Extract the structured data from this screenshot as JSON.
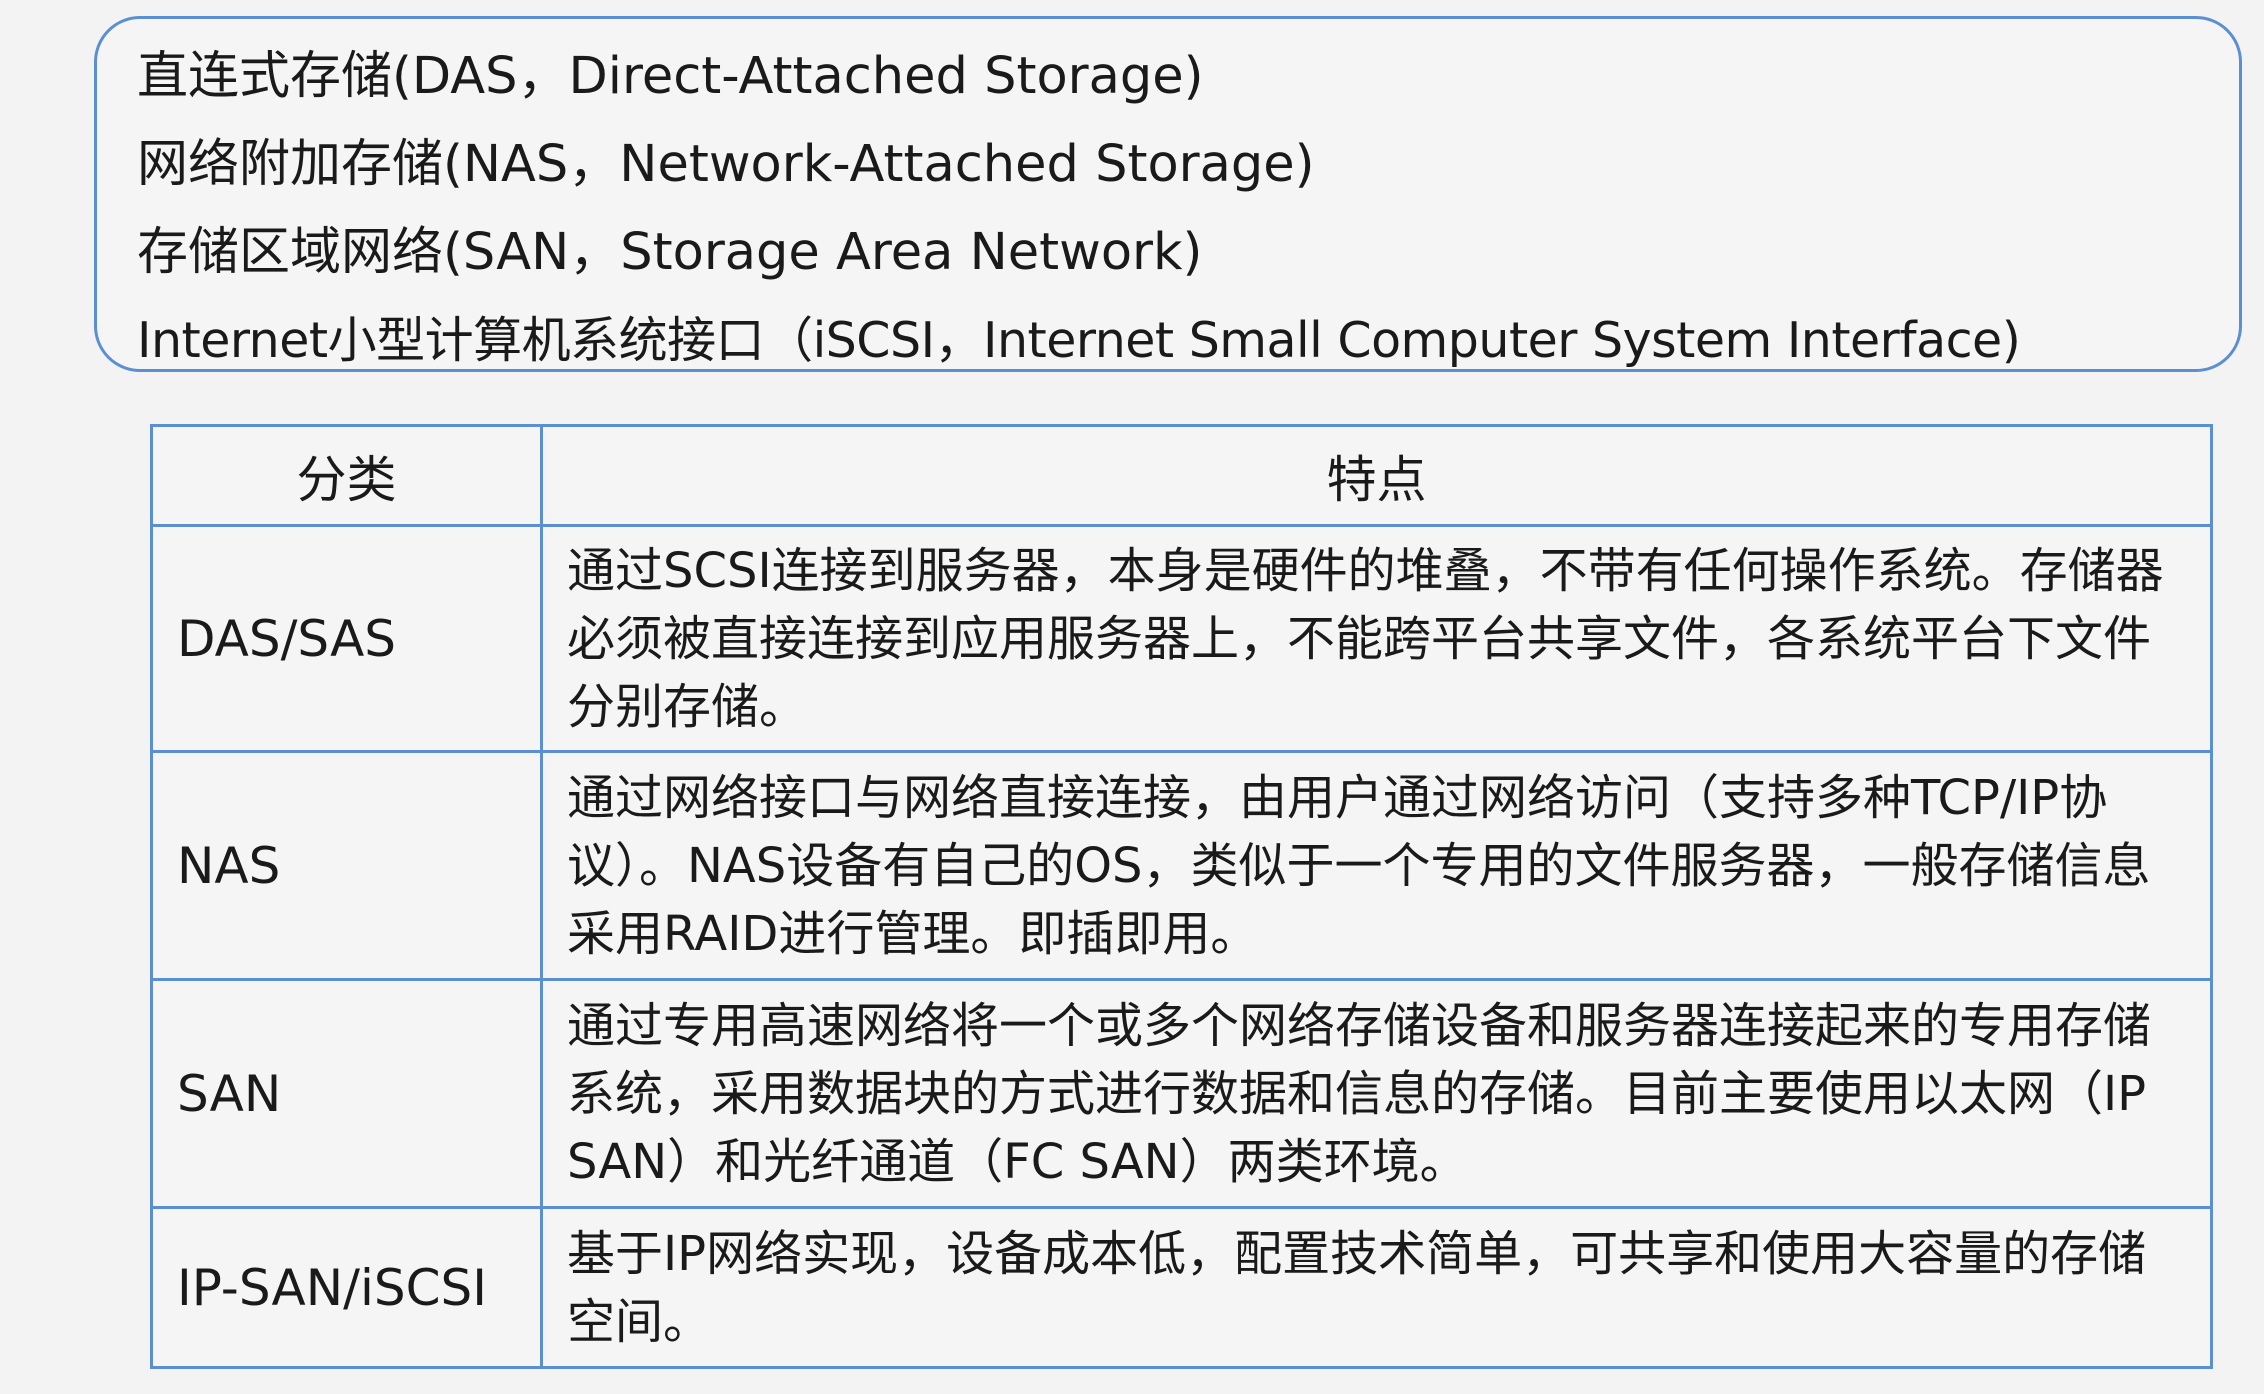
{
  "definitions": [
    "直连式存储(DAS，Direct-Attached Storage)",
    "网络附加存储(NAS，Network-Attached Storage)",
    "存储区域网络(SAN，Storage Area Network)",
    "Internet小型计算机系统接口（iSCSI，Internet Small Computer System Interface)"
  ],
  "table": {
    "headers": [
      "分类",
      "特点"
    ],
    "rows": [
      {
        "category": "DAS/SAS",
        "feature": "通过SCSI连接到服务器，本身是硬件的堆叠，不带有任何操作系统。存储器必须被直接连接到应用服务器上，不能跨平台共享文件，各系统平台下文件分别存储。"
      },
      {
        "category": "NAS",
        "feature": "通过网络接口与网络直接连接，由用户通过网络访问（支持多种TCP/IP协议）。NAS设备有自己的OS，类似于一个专用的文件服务器，一般存储信息采用RAID进行管理。即插即用。"
      },
      {
        "category": "SAN",
        "feature": "通过专用高速网络将一个或多个网络存储设备和服务器连接起来的专用存储系统，采用数据块的方式进行数据和信息的存储。目前主要使用以太网（IP SAN）和光纤通道（FC SAN）两类环境。"
      },
      {
        "category": "IP-SAN/iSCSI",
        "feature": "基于IP网络实现，设备成本低，配置技术简单，可共享和使用大容量的存储空间。"
      }
    ]
  },
  "colors": {
    "border": "#5b8fd4",
    "background": "#f3f3f3",
    "text": "#1a1a1a"
  }
}
